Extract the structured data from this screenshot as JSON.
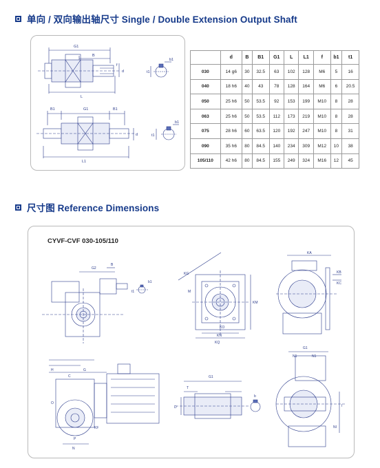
{
  "sections": {
    "output_shaft_title": "单向 / 双向输出轴尺寸 Single / Double Extension Output Shaft",
    "reference_title": "尺寸图 Reference Dimensions"
  },
  "spec_table": {
    "headers": [
      "",
      "d",
      "B",
      "B1",
      "G1",
      "L",
      "L1",
      "f",
      "b1",
      "t1"
    ],
    "rows": [
      [
        "030",
        "14 g6",
        "30",
        "32.5",
        "63",
        "102",
        "128",
        "M6",
        "5",
        "16"
      ],
      [
        "040",
        "18 h6",
        "40",
        "43",
        "78",
        "128",
        "164",
        "M6",
        "6",
        "20.5"
      ],
      [
        "050",
        "25 h6",
        "50",
        "53.5",
        "92",
        "153",
        "199",
        "M10",
        "8",
        "28"
      ],
      [
        "063",
        "25 h6",
        "50",
        "53.5",
        "112",
        "173",
        "219",
        "M10",
        "8",
        "28"
      ],
      [
        "075",
        "28 h6",
        "60",
        "63.5",
        "120",
        "192",
        "247",
        "M10",
        "8",
        "31"
      ],
      [
        "090",
        "35 h6",
        "80",
        "84.5",
        "140",
        "234",
        "309",
        "M12",
        "10",
        "38"
      ],
      [
        "105/110",
        "42 h6",
        "80",
        "84.5",
        "155",
        "249",
        "324",
        "M16",
        "12",
        "45"
      ]
    ]
  },
  "drawing_labels": {
    "single": {
      "g1": "G1",
      "b": "B",
      "l": "L",
      "t1": "t1",
      "b1": "b1",
      "d": "d",
      "f": "f"
    },
    "double": {
      "b1_left": "B1",
      "g1": "G1",
      "b1_right": "B1",
      "l1": "L1",
      "t1": "t1",
      "b1": "b1",
      "d": "d"
    }
  },
  "reference": {
    "model": "CYVF-CVF 030-105/110",
    "labels": {
      "g2": "G2",
      "b": "B",
      "b1": "b1",
      "t1": "t1",
      "kg": "KG",
      "m": "M",
      "km": "KM",
      "kq": "KQ",
      "kn": "KN",
      "ko": "KO",
      "ka": "KA",
      "kb": "KB",
      "kc": "KC",
      "h": "H",
      "g": "G",
      "c": "C",
      "o": "O",
      "kf": "KF",
      "n": "N",
      "p": "P",
      "g1": "G1",
      "t": "T",
      "d": "D",
      "b_small": "b",
      "n1": "N1",
      "n1b": "N1",
      "i": "I",
      "ni": "NI"
    }
  },
  "colors": {
    "accent": "#163a8a",
    "line": "#2a3a8a",
    "hatch": "#5b6fb8"
  }
}
